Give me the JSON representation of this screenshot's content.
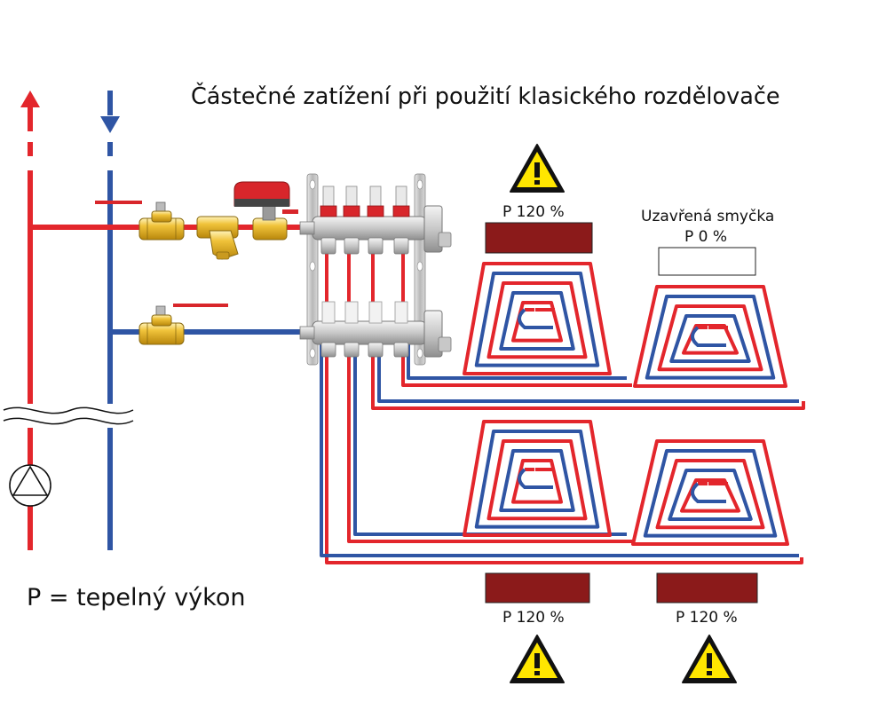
{
  "title": "Částečné zatížení při použití klasického rozdělovače",
  "legend": "P = tepelný výkon",
  "loops": [
    {
      "id": "top-left",
      "power_label": "P 120 %",
      "power_percent": 120,
      "warning": true
    },
    {
      "id": "top-right",
      "status_label": "Uzavřená smyčka",
      "power_label": "P 0 %",
      "power_percent": 0,
      "warning": false
    },
    {
      "id": "bottom-left",
      "power_label": "P 120 %",
      "power_percent": 120,
      "warning": true
    },
    {
      "id": "bottom-right",
      "power_label": "P 120 %",
      "power_percent": 120,
      "warning": true
    }
  ],
  "colors": {
    "supply": "#e3262c",
    "return": "#2f55a4",
    "overload_bar": "#8b1a1a",
    "warning_fill": "#ffe600",
    "warning_edge": "#111111",
    "brass": "#e9b423",
    "actuator": "#d8262b"
  },
  "icons": [
    "arrow-up-icon",
    "arrow-down-icon",
    "pump-icon",
    "warning-icon",
    "ball-valve-icon",
    "strainer-icon",
    "actuator-icon",
    "manifold-icon"
  ]
}
